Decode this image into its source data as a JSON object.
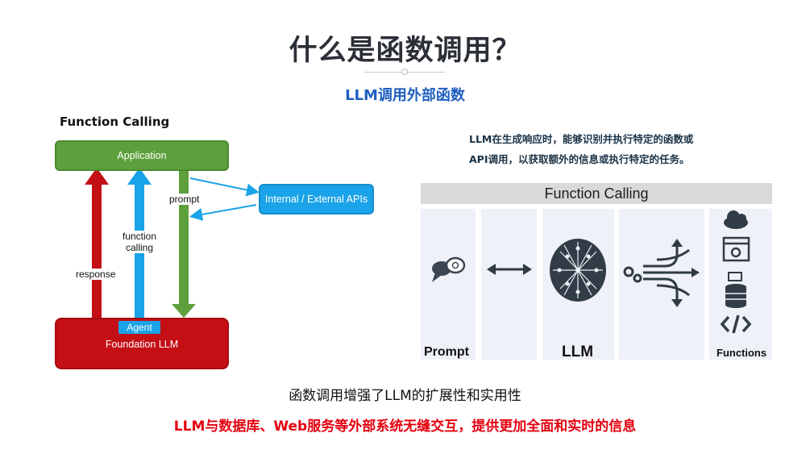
{
  "title": "什么是函数调用？",
  "subtitle": "LLM调用外部函数",
  "left_diagram": {
    "heading": "Function Calling",
    "application_label": "Application",
    "api_label": "Internal / External APIs",
    "llm_label": "Foundation LLM",
    "agent_label": "Agent",
    "response_label": "response",
    "function_calling_label_1": "function",
    "function_calling_label_2": "calling",
    "prompt_label": "prompt"
  },
  "right_desc": {
    "line1": "LLM在生成响应时，能够识别并执行特定的函数或",
    "line2": "API调用，以获取额外的信息或执行特定的任务。"
  },
  "right_figure": {
    "band_title": "Function Calling",
    "prompt_label": "Prompt",
    "llm_label": "LLM",
    "functions_label": "Functions"
  },
  "bottom": {
    "line1": "函数调用增强了LLM的扩展性和实用性",
    "line2": "LLM与数据库、Web服务等外部系统无缝交互，提供更加全面和实时的信息"
  },
  "colors": {
    "green": "#5d9f3c",
    "blue": "#1aa3e8",
    "red": "#c40f15",
    "accent_red": "#e3000f",
    "subtitle_blue": "#1f5fbf"
  }
}
